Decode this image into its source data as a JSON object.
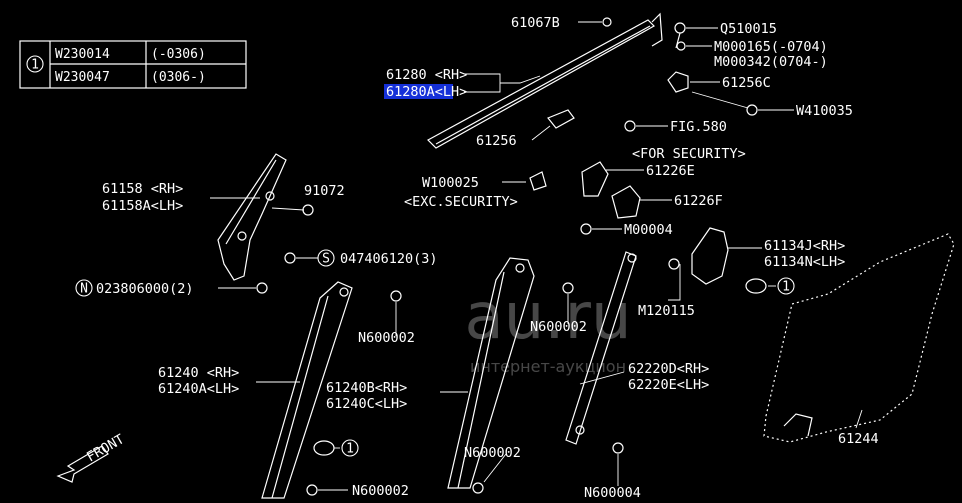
{
  "ref_table": {
    "marker": "1",
    "rows": [
      {
        "part": "W230014",
        "range": "(-0306)"
      },
      {
        "part": "W230047",
        "range": "(0306-)"
      }
    ]
  },
  "callouts": {
    "p61067B": "61067B",
    "pQ510015": "Q510015",
    "pM000165": "M000165(-0704)",
    "pM000342": "M000342(0704-)",
    "p61280": "61280 <RH>",
    "p61280A": "61280A<LH>",
    "p61256C": "61256C",
    "pW410035": "W410035",
    "p61256": "61256",
    "pFIG580": "FIG.580",
    "forSecurity": "<FOR SECURITY>",
    "pW100025": "W100025",
    "p61226E": "61226E",
    "excSecurity": "<EXC.SECURITY>",
    "p61226F": "61226F",
    "pM00004": "M00004",
    "p61158": "61158 <RH>",
    "p61158A": "61158A<LH>",
    "p91072": "91072",
    "pS047406120": "047406120(3)",
    "pN023806000": "023806000(2)",
    "p61134J": "61134J<RH>",
    "p61134N": "61134N<LH>",
    "pN600002a": "N600002",
    "pN600002b": "N600002",
    "pM120115": "M120115",
    "p61240": "61240 <RH>",
    "p61240A": "61240A<LH>",
    "p61240B": "61240B<RH>",
    "p61240C": "61240C<LH>",
    "p62220D": "62220D<RH>",
    "p62220E": "62220E<LH>",
    "pN600002c": "N600002",
    "pN600002d": "N600002",
    "pN600004": "N600004",
    "p61244": "61244",
    "front": "FRONT",
    "circle1a": "1",
    "circle1b": "1",
    "circleS": "S",
    "circleN": "N"
  },
  "watermark": {
    "main": "au.ru",
    "sub": "интернет-аукцион"
  },
  "colors": {
    "background": "#000000",
    "line": "#ffffff",
    "highlight": "#1530d8"
  }
}
